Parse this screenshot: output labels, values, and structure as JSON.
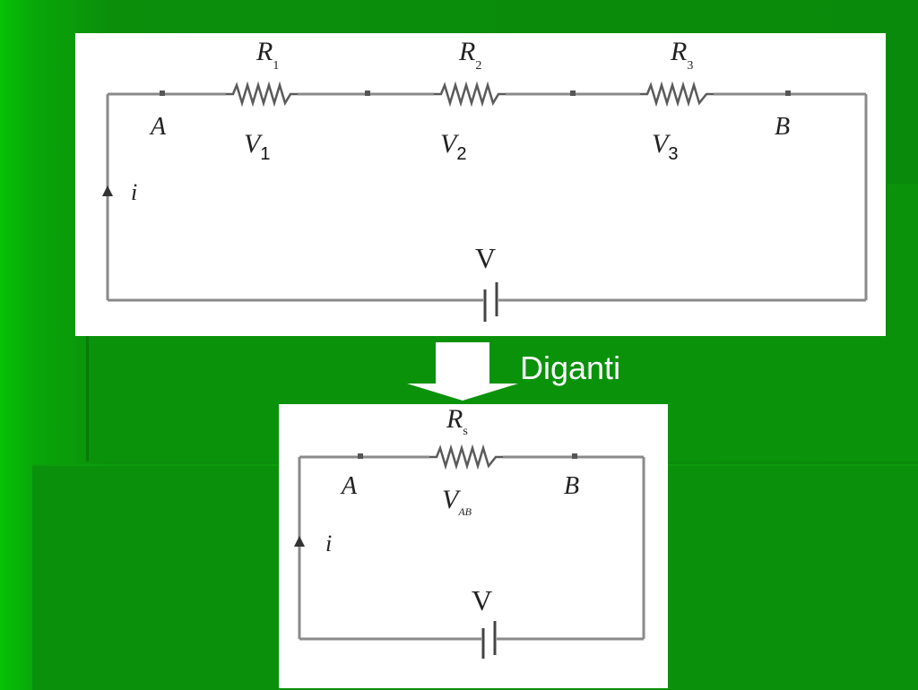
{
  "top_circuit": {
    "resistors": [
      {
        "name": "R",
        "sub": "1",
        "voltage": "V",
        "vsub": "1"
      },
      {
        "name": "R",
        "sub": "2",
        "voltage": "V",
        "vsub": "2"
      },
      {
        "name": "R",
        "sub": "3",
        "voltage": "V",
        "vsub": "3"
      }
    ],
    "node_a": "A",
    "node_b": "B",
    "current": "i",
    "source": "V"
  },
  "arrow_label": "Diganti",
  "bottom_circuit": {
    "resistor": {
      "name": "R",
      "sub": "s",
      "voltage": "V",
      "vsub": "AB"
    },
    "node_a": "A",
    "node_b": "B",
    "current": "i",
    "source": "V"
  },
  "colors": {
    "background": "#0a8a0a",
    "panel": "#ffffff",
    "wire": "#8a8a8a",
    "arrow": "#ffffff"
  }
}
